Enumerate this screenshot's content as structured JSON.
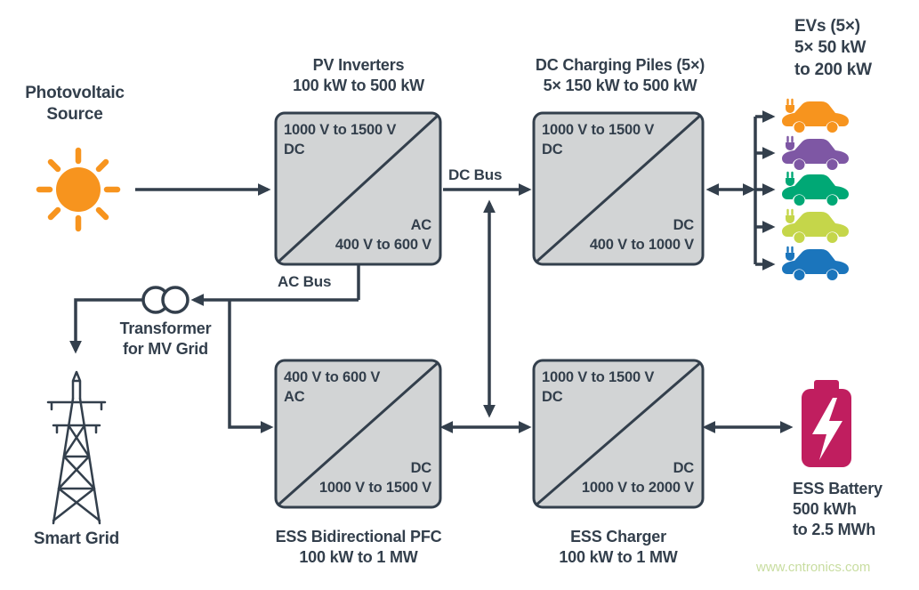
{
  "colors": {
    "ink": "#333f4c",
    "box_fill": "#d2d4d5",
    "sun": "#f7941e",
    "battery": "#c01e5f",
    "watermark_green": "#c8dda0",
    "ev_colors": [
      "#f7941e",
      "#7e57a4",
      "#00a875",
      "#c5d64a",
      "#1b75bc"
    ]
  },
  "labels": {
    "pv_source": "Photovoltaic\nSource",
    "pv_title": "PV Inverters\n100 kW to 500 kW",
    "dc_piles_title": "DC Charging Piles (5×)\n5× 150 kW to 500 kW",
    "evs": "EVs (5×)\n5× 50 kW\nto 200 kW",
    "dc_bus": "DC Bus",
    "ac_bus": "AC Bus",
    "transformer": "Transformer\nfor MV Grid",
    "smart_grid": "Smart Grid",
    "ess_pfc_title": "ESS Bidirectional PFC\n100 kW to 1 MW",
    "ess_charger_title": "ESS Charger\n100 kW to 1 MW",
    "ess_battery": "ESS Battery\n500 kWh\nto 2.5 MWh",
    "watermark": "www.cntronics.com"
  },
  "boxes": {
    "pv_inverter": {
      "top": "1000 V to 1500 V\nDC",
      "bottom": "AC\n400 V to 600 V"
    },
    "dc_piles": {
      "top": "1000 V to 1500 V\nDC",
      "bottom": "DC\n400 V to 1000 V"
    },
    "ess_pfc": {
      "top": "400 V to 600 V\nAC",
      "bottom": "DC\n1000 V to 1500 V"
    },
    "ess_charger": {
      "top": "1000 V to 1500 V\nDC",
      "bottom": "DC\n1000 V to 2000 V"
    }
  }
}
